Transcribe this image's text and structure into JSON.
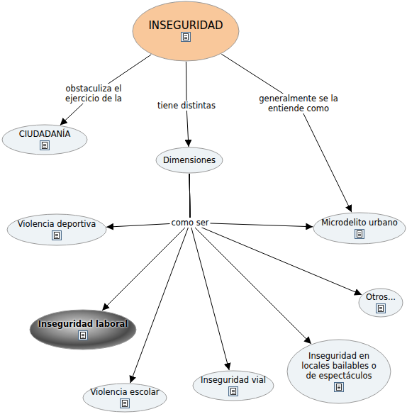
{
  "diagram": {
    "nodes": [
      {
        "text": [
          "INSEGURIDAD"
        ]
      },
      {
        "text": [
          "CIUDADANÍA"
        ]
      },
      {
        "text": [
          "Dimensiones"
        ]
      },
      {
        "text": [
          "Microdelito urbano"
        ]
      },
      {
        "text": [
          "Violencia deportiva"
        ]
      },
      {
        "text": [
          "Otros..."
        ]
      },
      {
        "text": [
          "Inseguridad laboral"
        ]
      },
      {
        "text": [
          "Inseguridad en locales bailables o de espectáculos"
        ]
      },
      {
        "text": [
          "Violencia escolar"
        ]
      },
      {
        "text": [
          "Inseguridad vial"
        ]
      }
    ],
    "edges": [
      {
        "from": 0,
        "to": 1,
        "label": "obstaculiza el ejercicio de la",
        "arrow": "to"
      },
      {
        "from": 0,
        "to": 2,
        "label": "tiene distintas",
        "arrow": "to"
      },
      {
        "from": 0,
        "to": 3,
        "label": "generalmente se la entiende como",
        "arrow": "to"
      },
      {
        "from": 2,
        "to": 4,
        "label": "como ser",
        "arrow": "to"
      },
      {
        "from": 2,
        "to": 3,
        "arrow": "to"
      },
      {
        "from": 2,
        "to": 5,
        "arrow": "to"
      },
      {
        "from": 2,
        "to": 6,
        "arrow": "to"
      },
      {
        "from": 2,
        "to": 7,
        "arrow": "to"
      },
      {
        "from": 2,
        "to": 8,
        "arrow": "to"
      },
      {
        "from": 2,
        "to": 9,
        "arrow": "to"
      }
    ]
  }
}
